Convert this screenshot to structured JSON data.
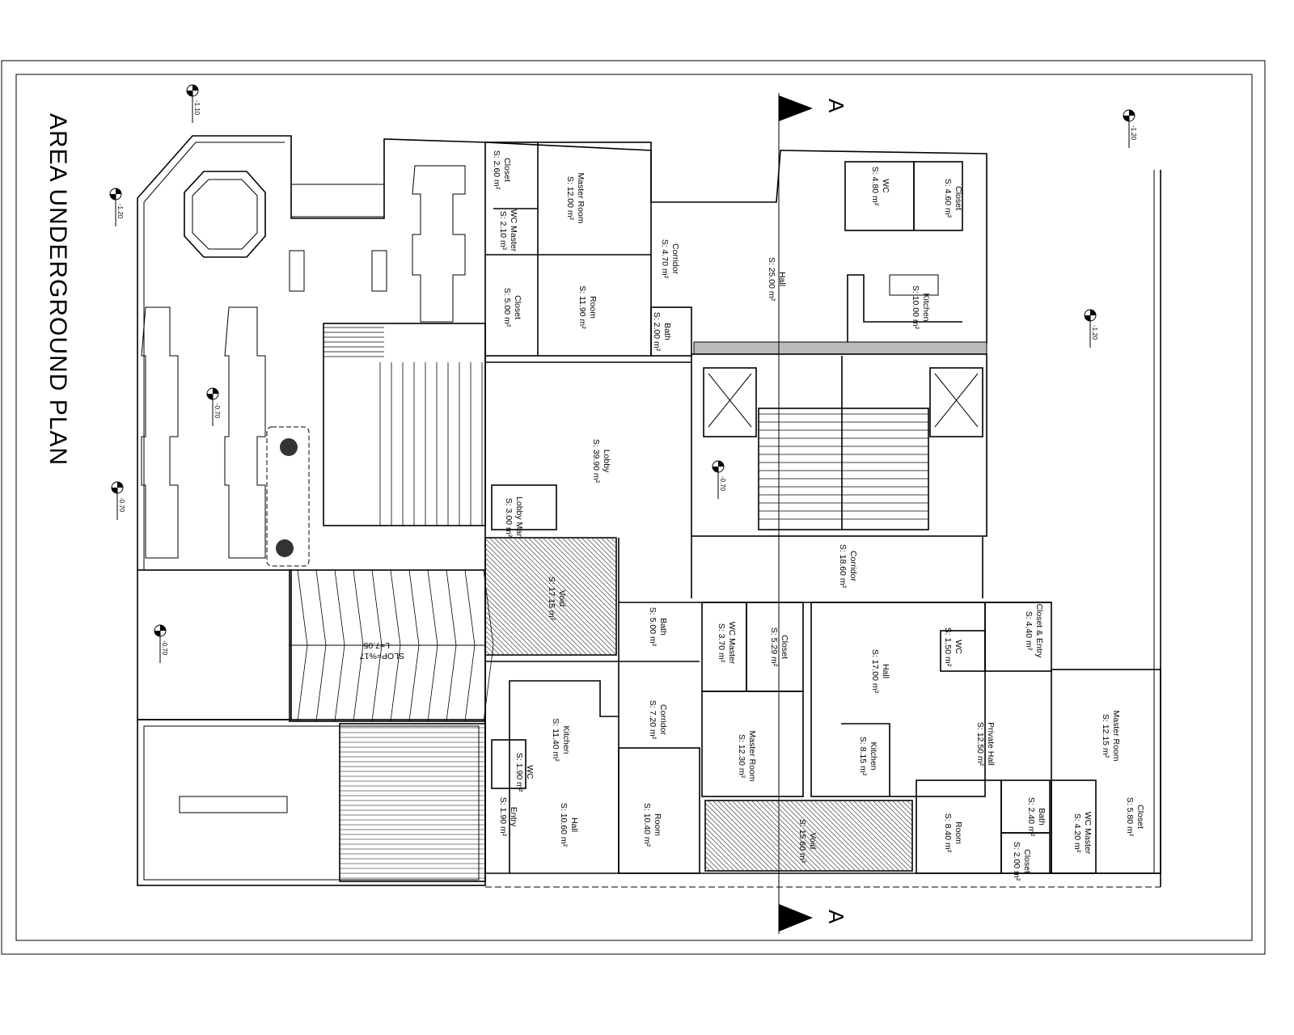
{
  "title": "AREA UNDERGROUND PLAN",
  "section_marker": "A",
  "section_marker_top": "A",
  "ramp": {
    "slope": "SLOP=%17",
    "length": "L=7.05"
  },
  "rooms": [
    {
      "name": "Closet",
      "area": "S: 2.60 m²"
    },
    {
      "name": "Master Room",
      "area": "S: 12.00 m²"
    },
    {
      "name": "WC Master",
      "area": "S: 2.10 m²"
    },
    {
      "name": "Closet",
      "area": "S: 5.00 m²"
    },
    {
      "name": "Room",
      "area": "S: 11.90 m²"
    },
    {
      "name": "Corridor",
      "area": "S: 4.70 m²"
    },
    {
      "name": "Bath",
      "area": "S: 2.00 m²"
    },
    {
      "name": "Hall",
      "area": "S: 25.00 m²"
    },
    {
      "name": "WC",
      "area": "S: 4.80 m²"
    },
    {
      "name": "Closet",
      "area": "S: 4.60 m²"
    },
    {
      "name": "Kitchen",
      "area": "S: 10.00 m²"
    },
    {
      "name": "Lobby",
      "area": "S: 39.90 m²"
    },
    {
      "name": "Lobby Man",
      "area": "S: 3.00 m²"
    },
    {
      "name": "Void",
      "area": "S: 17.15 m²"
    },
    {
      "name": "Corridor",
      "area": "S: 18.60 m²"
    },
    {
      "name": "Bath",
      "area": "S: 5.00 m²"
    },
    {
      "name": "WC Master",
      "area": "S: 3.70 m²"
    },
    {
      "name": "Closet",
      "area": "S: 5.29 m²"
    },
    {
      "name": "Hall",
      "area": "S: 17.00 m²"
    },
    {
      "name": "Closet & Entry",
      "area": "S: 4.40 m²"
    },
    {
      "name": "WC",
      "area": "S: 1.50 m²"
    },
    {
      "name": "Corridor",
      "area": "S: 7.20 m²"
    },
    {
      "name": "Kitchen",
      "area": "S: 11.40 m²"
    },
    {
      "name": "Master Room",
      "area": "S: 12.30 m²"
    },
    {
      "name": "Private Hall",
      "area": "S: 12.50 m²"
    },
    {
      "name": "Master Room",
      "area": "S: 12.15 m²"
    },
    {
      "name": "Kitchen",
      "area": "S: 8.15 m²"
    },
    {
      "name": "WC",
      "area": "S: 1.90 m²"
    },
    {
      "name": "Entry",
      "area": "S: 1.90 m²"
    },
    {
      "name": "Hall",
      "area": "S: 10.60 m²"
    },
    {
      "name": "Room",
      "area": "S: 10.40 m²"
    },
    {
      "name": "Void",
      "area": "S: 15.60 m²"
    },
    {
      "name": "Room",
      "area": "S: 8.40 m²"
    },
    {
      "name": "Bath",
      "area": "S: 2.40 m²"
    },
    {
      "name": "Closet",
      "area": "S: 2.00 m²"
    },
    {
      "name": "WC Master",
      "area": "S: 4.20 m²"
    },
    {
      "name": "Closet",
      "area": "S: 5.80 m²"
    }
  ],
  "levels": [
    "-1.10",
    "-1.20",
    "-0.70",
    "-0.70",
    "-0.70",
    "-1.20",
    "-1.20",
    "-0.70"
  ]
}
